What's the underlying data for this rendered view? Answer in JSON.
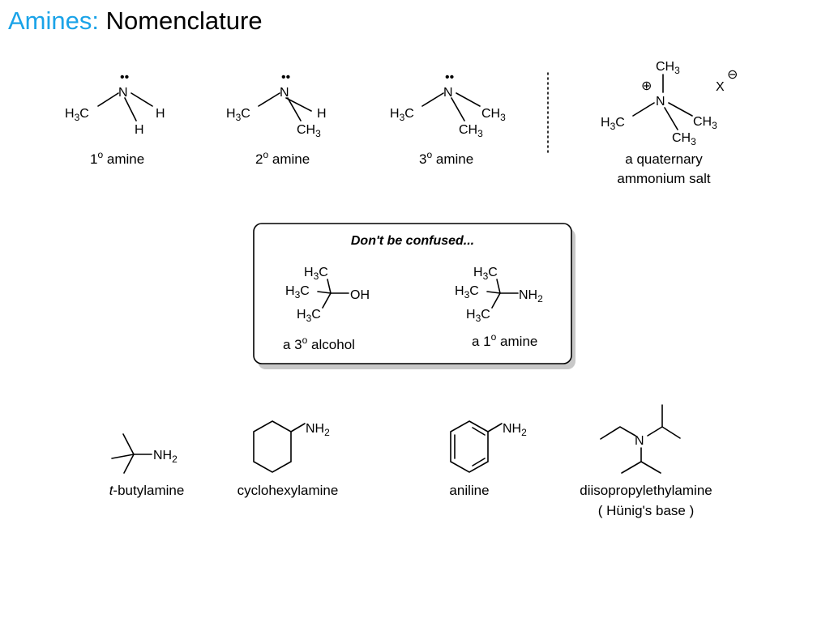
{
  "title": {
    "accent": "Amines:",
    "rest": " Nomenclature"
  },
  "atoms": {
    "N": "N",
    "H": "H",
    "H3C": "H3C",
    "CH3": "CH3",
    "OH": "OH",
    "NH2": "NH2",
    "plus": "⊕",
    "minus": "⊖",
    "X": "X",
    "lone_pair": "••"
  },
  "top_row": {
    "primary_label": "1o amine",
    "secondary_label": "2o amine",
    "tertiary_label": "3o amine",
    "quaternary_label_line1": "a quaternary",
    "quaternary_label_line2": "ammonium salt"
  },
  "box": {
    "heading": "Don't be confused...",
    "left_label": "a 3o alcohol",
    "right_label": "a 1o amine"
  },
  "bottom_row": {
    "tbutyl_prefix": "t",
    "tbutyl_rest": "-butylamine",
    "cyclohexyl": "cyclohexylamine",
    "aniline": "aniline",
    "dipea_line1": "diisopropylethylamine",
    "dipea_line2": "( Hünig's base )"
  }
}
